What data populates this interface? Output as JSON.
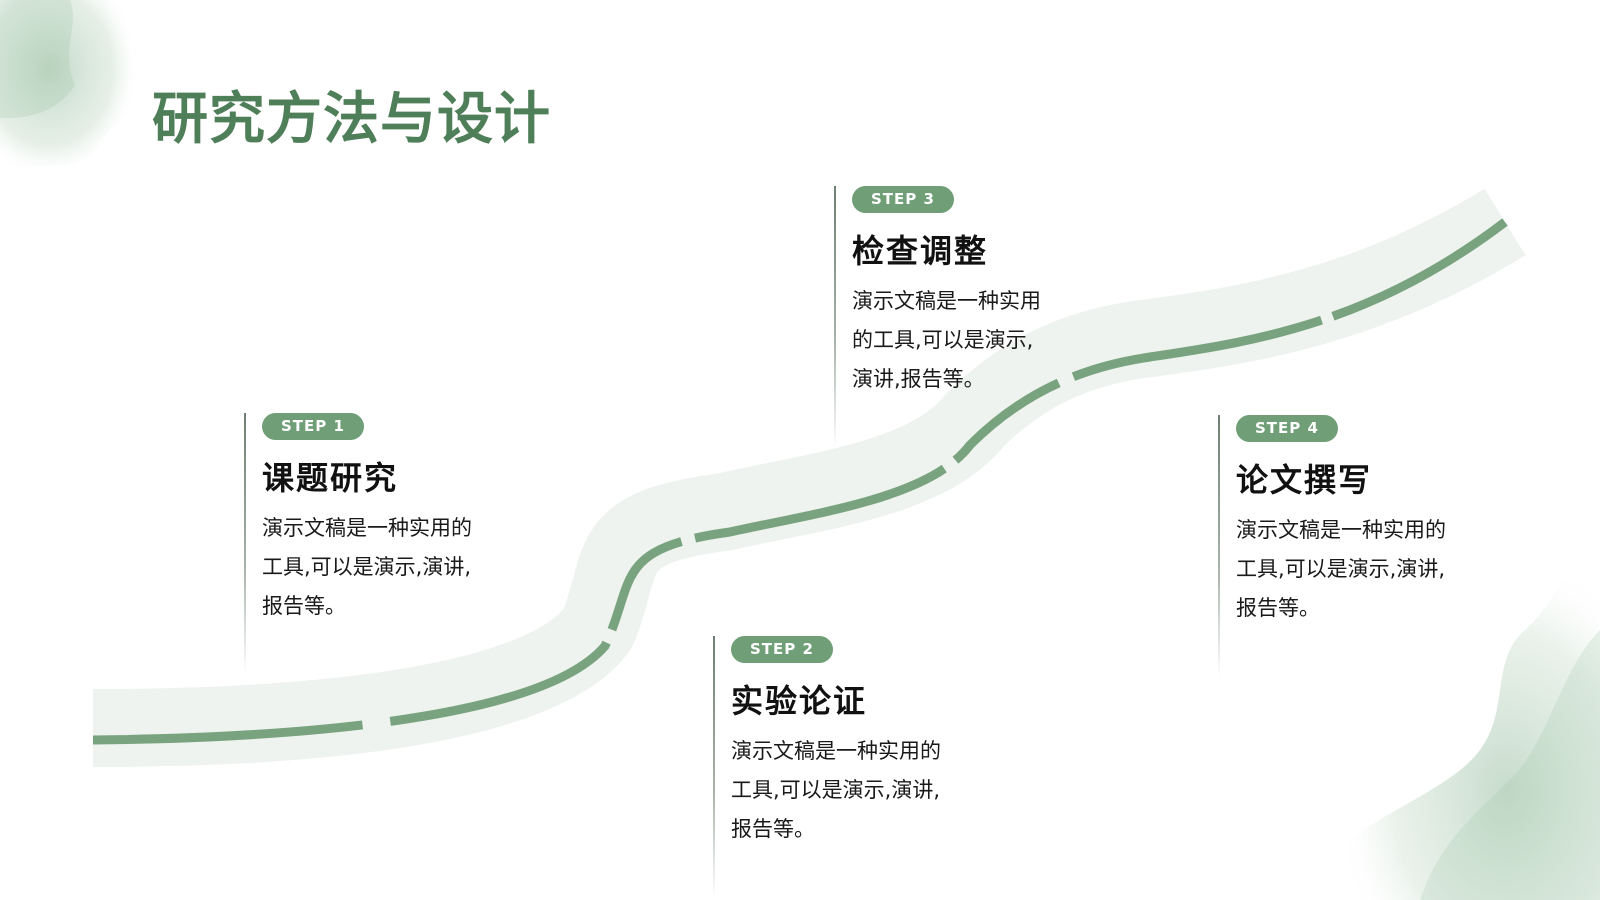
{
  "title": "研究方法与设计",
  "steps": [
    {
      "badge": "STEP 1",
      "heading": "课题研究",
      "lines": [
        "演示文稿是一种实用的",
        "工具,可以是演示,演讲,",
        "报告等。"
      ]
    },
    {
      "badge": "STEP 2",
      "heading": "实验论证",
      "lines": [
        "演示文稿是一种实用的",
        "工具,可以是演示,演讲,",
        "报告等。"
      ]
    },
    {
      "badge": "STEP 3",
      "heading": "检查调整",
      "lines": [
        "演示文稿是一种实用",
        "的工具,可以是演示,",
        "演讲,报告等。"
      ]
    },
    {
      "badge": "STEP 4",
      "heading": "论文撰写",
      "lines": [
        "演示文稿是一种实用的",
        "工具,可以是演示,演讲,",
        "报告等。"
      ]
    }
  ],
  "colors": {
    "title": "#4f7f59",
    "badge": "#6f9e77",
    "road_band": "#eef3ef",
    "road_line": "#79a37f",
    "watercolor": "#8fb898"
  }
}
